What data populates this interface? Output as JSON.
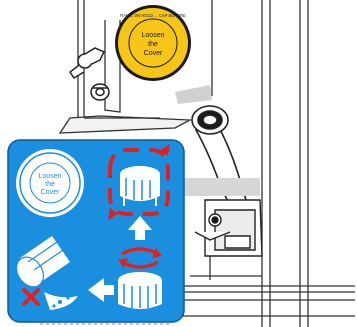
{
  "colors": {
    "background": "#ffffff",
    "cap_yellow": "#f5c518",
    "cap_outline": "#1a1a1a",
    "panel_blue": "#1a8fe0",
    "panel_white": "#ffffff",
    "arrow_red": "#e02020",
    "cross_red": "#e02020",
    "line_dark": "#333333",
    "gray_fill": "#c9c9c9"
  },
  "cap_label": {
    "line1": "Loosen",
    "line2": "the",
    "line3": "Cover"
  },
  "cap_ring_text": "RAISE ON HOLD ... CAP BEFORE",
  "panel_cap_label": {
    "line1": "Loosen",
    "line2": "the",
    "line3": "Cover"
  },
  "icons": {
    "cap": "yellow-cap-icon",
    "hinge": "clamp-hinge-icon",
    "nozzle": "nozzle-icon",
    "rotate": "rotate-arrows-icon",
    "lift": "lift-up-arrow-icon",
    "twist": "twist-arrow-icon",
    "spill": "spill-icon",
    "prohibited": "prohibited-cross-icon"
  }
}
